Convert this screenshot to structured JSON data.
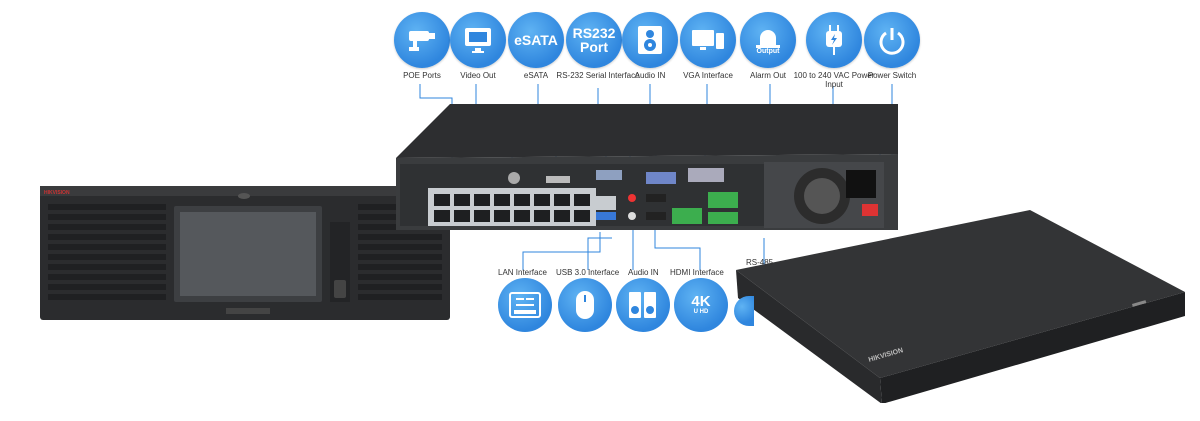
{
  "top_connectors": [
    {
      "label": "POE Ports",
      "icon": "camera-icon"
    },
    {
      "label": "Video Out",
      "icon": "monitor-icon"
    },
    {
      "label": "eSATA",
      "icon": "esata-icon",
      "icon_text": "eSATA"
    },
    {
      "label": "RS-232 Serial Interface",
      "icon": "rs232-icon",
      "icon_text_1": "RS232",
      "icon_text_2": "Port"
    },
    {
      "label": "Audio IN",
      "icon": "speaker-icon"
    },
    {
      "label": "VGA Interface",
      "icon": "vga-icon"
    },
    {
      "label": "Alarm Out",
      "icon": "alarm-light-icon",
      "icon_text": "Output"
    },
    {
      "label": "100 to 240 VAC Power Input",
      "icon": "power-plug-icon"
    },
    {
      "label": "Power Switch",
      "icon": "power-button-icon"
    }
  ],
  "bottom_connectors": [
    {
      "label": "LAN Interface",
      "icon": "lan-switch-icon"
    },
    {
      "label": "USB 3.0 Interface",
      "icon": "mouse-icon"
    },
    {
      "label": "Audio IN",
      "icon": "speaker-icon"
    },
    {
      "label": "HDMI Interface",
      "icon": "hdmi-4k-icon",
      "icon_text_1": "4K",
      "icon_text_2": "U HD"
    },
    {
      "label": "RS-485",
      "icon": "rs485-icon"
    }
  ],
  "devices": {
    "left_brand": "HIKVISION",
    "right_brand": "HIKVISION"
  },
  "colors": {
    "accent": "#2f86de",
    "line": "#2f86de",
    "device": "#2a2b2d"
  }
}
